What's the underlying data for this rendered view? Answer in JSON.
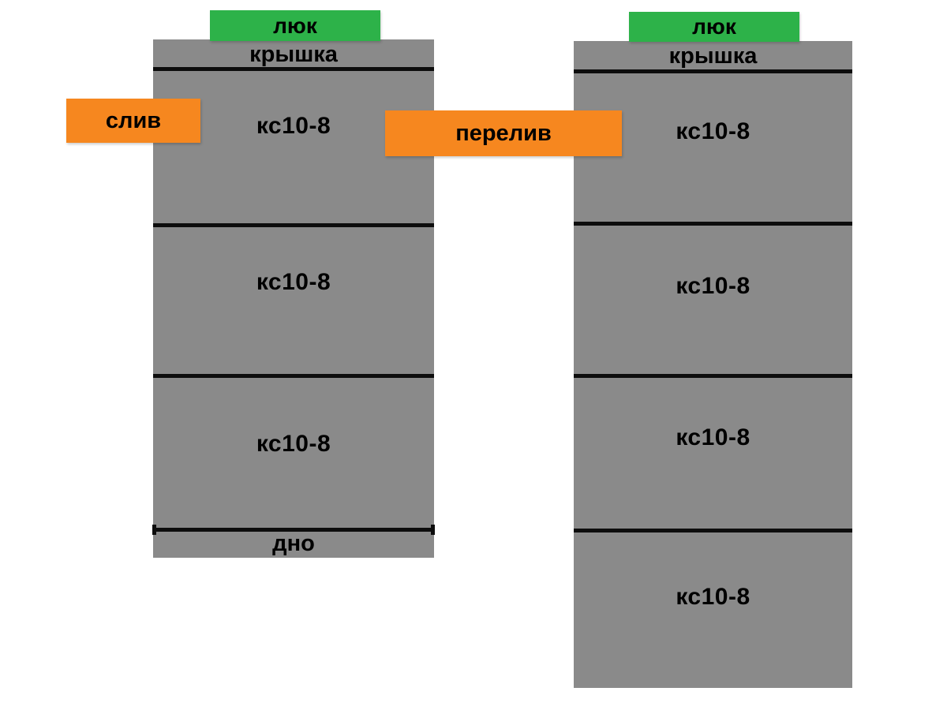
{
  "colors": {
    "background": "#ffffff",
    "column_gray": "#8a8a8a",
    "hatch_green": "#2db249",
    "callout_orange": "#f6871f",
    "divider_line": "#0d0d0d",
    "text": "#000000"
  },
  "left_well": {
    "hatch_label": "люк",
    "cover_label": "крышка",
    "rings": [
      "кс10-8",
      "кс10-8",
      "кс10-8"
    ],
    "bottom_label": "дно",
    "drain_label": "слив"
  },
  "right_well": {
    "hatch_label": "люк",
    "cover_label": "крышка",
    "rings": [
      "кс10-8",
      "кс10-8",
      "кс10-8",
      "кс10-8"
    ]
  },
  "overflow_label": "перелив"
}
